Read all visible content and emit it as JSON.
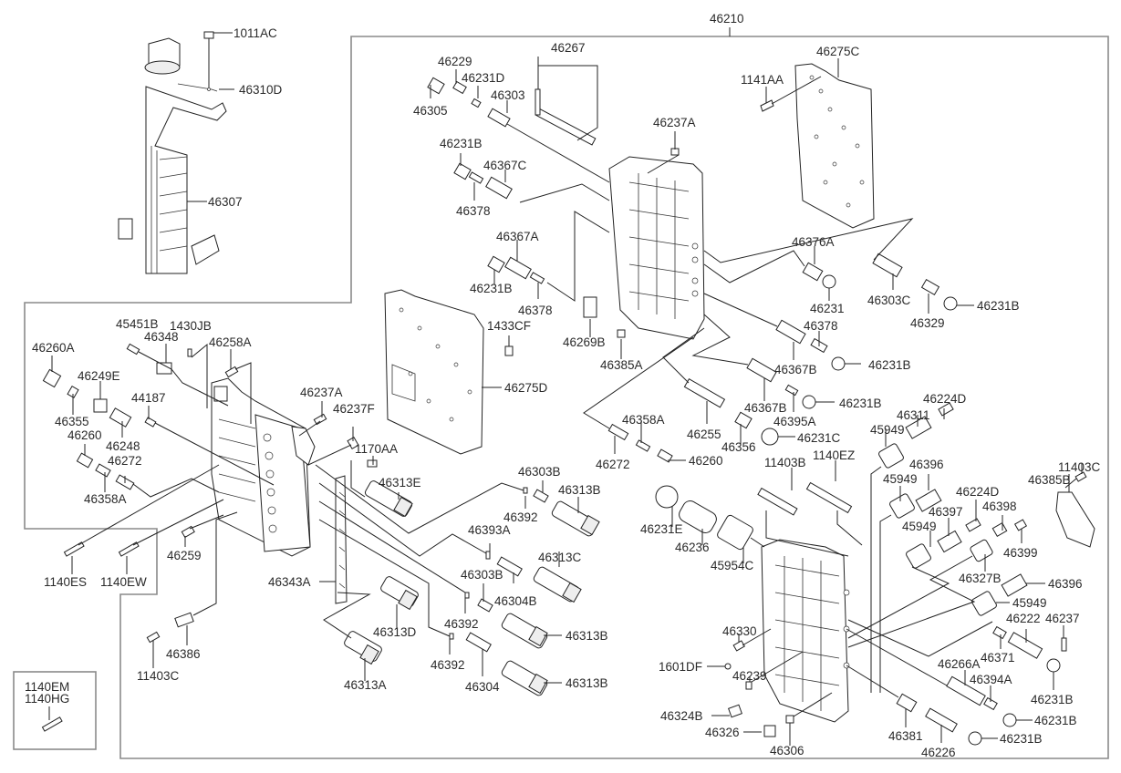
{
  "diagram": {
    "title": "Automatic transmission valve body exploded parts diagram",
    "assembly_label": "46210",
    "labels": {
      "l1011AC": "1011AC",
      "l46310D": "46310D",
      "l46307": "46307",
      "l46210": "46210",
      "l46267": "46267",
      "l46229": "46229",
      "l46231D": "46231D",
      "l46303": "46303",
      "l46305": "46305",
      "l46231B_a": "46231B",
      "l46367C": "46367C",
      "l46378_a": "46378",
      "l46237A_a": "46237A",
      "l1141AA": "1141AA",
      "l46275C": "46275C",
      "l46367A": "46367A",
      "l46231B_b": "46231B",
      "l46378_b": "46378",
      "l46269B": "46269B",
      "l46385A": "46385A",
      "l1433CF": "1433CF",
      "l46275D": "46275D",
      "l46376A": "46376A",
      "l46231": "46231",
      "l46303C": "46303C",
      "l46329": "46329",
      "l46231B_c": "46231B",
      "l46378_c": "46378",
      "l46367B_a": "46367B",
      "l46231B_d": "46231B",
      "l46367B_b": "46367B",
      "l46395A": "46395A",
      "l46231B_e": "46231B",
      "l46255": "46255",
      "l46356": "46356",
      "l46231C": "46231C",
      "l46358A_a": "46358A",
      "l46272_a": "46272",
      "l46260_a": "46260",
      "l45451B": "45451B",
      "l1430JB": "1430JB",
      "l46348": "46348",
      "l46258A": "46258A",
      "l46260A": "46260A",
      "l46249E": "46249E",
      "l44187": "44187",
      "l46355": "46355",
      "l46248": "46248",
      "l46260_b": "46260",
      "l46272_b": "46272",
      "l46358A_b": "46358A",
      "l46237A_b": "46237A",
      "l46237F": "46237F",
      "l1170AA": "1170AA",
      "l46313E": "46313E",
      "l46303B_a": "46303B",
      "l46313B_a": "46313B",
      "l46392_a": "46392",
      "l46393A": "46393A",
      "l46303B_b": "46303B",
      "l46313C": "46313C",
      "l46304B": "46304B",
      "l46392_b": "46392",
      "l46313B_b": "46313B",
      "l46392_c": "46392",
      "l46304": "46304",
      "l46313B_c": "46313B",
      "l46343A": "46343A",
      "l46313D": "46313D",
      "l46313A": "46313A",
      "l46259": "46259",
      "l1140ES": "1140ES",
      "l1140EW": "1140EW",
      "l46386": "46386",
      "l11403C_a": "11403C",
      "l1140EM": "1140EM",
      "l1140HG": "1140HG",
      "l11403B": "11403B",
      "l1140EZ": "1140EZ",
      "l46231E": "46231E",
      "l46236": "46236",
      "l45954C": "45954C",
      "l45949_a": "45949",
      "l46311": "46311",
      "l46224D_a": "46224D",
      "l45949_b": "45949",
      "l46396_a": "46396",
      "l46224D_b": "46224D",
      "l46397": "46397",
      "l46398": "46398",
      "l45949_c": "45949",
      "l46399": "46399",
      "l46327B": "46327B",
      "l46396_b": "46396",
      "l45949_d": "45949",
      "l11403C_b": "11403C",
      "l46385B": "46385B",
      "l46330": "46330",
      "l1601DF": "1601DF",
      "l46239": "46239",
      "l46324B": "46324B",
      "l46326": "46326",
      "l46306": "46306",
      "l46371": "46371",
      "l46222": "46222",
      "l46237": "46237",
      "l46266A": "46266A",
      "l46394A": "46394A",
      "l46231B_f": "46231B",
      "l46231B_g": "46231B",
      "l46381": "46381",
      "l46226": "46226",
      "l46231B_h": "46231B"
    }
  }
}
